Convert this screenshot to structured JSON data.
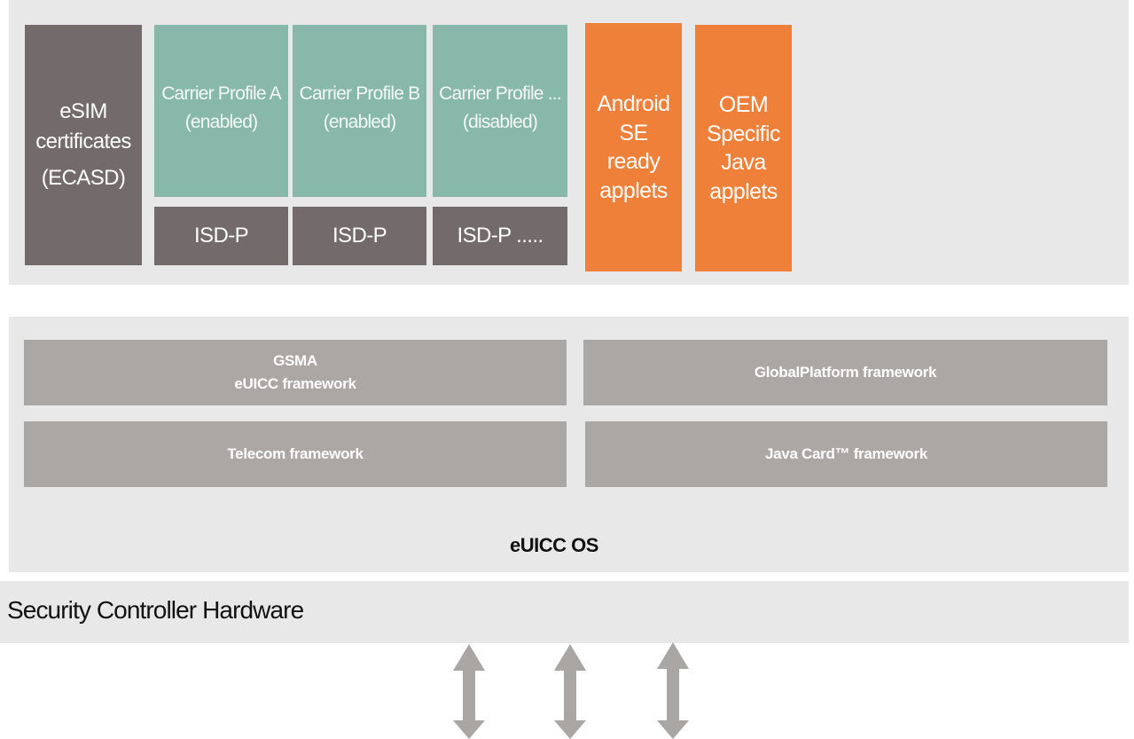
{
  "applets_layer": {
    "ecasd": {
      "lines": [
        "eSIM",
        "certificates",
        "(ECASD)"
      ]
    },
    "profiles": [
      {
        "title": "Carrier Profile A",
        "state": "(enabled)",
        "isd": "ISD-P"
      },
      {
        "title": "Carrier Profile B",
        "state": "(enabled)",
        "isd": "ISD-P"
      },
      {
        "title": "Carrier Profile ...",
        "state": "(disabled)",
        "isd": "ISD-P ....."
      }
    ],
    "android_se": {
      "lines": [
        "Android SE",
        "ready",
        "applets"
      ]
    },
    "oem": {
      "lines": [
        "OEM",
        "Specific",
        "Java",
        "applets"
      ]
    }
  },
  "os_layer": {
    "gsma": {
      "line1": "GSMA",
      "line2": "eUICC framework"
    },
    "globalplatform": "GlobalPlatform framework",
    "telecom": "Telecom framework",
    "javacard": "Java Card™ framework",
    "title": "eUICC OS"
  },
  "hardware": {
    "title": "Security Controller Hardware"
  },
  "colors": {
    "panel": "#e9e8e8",
    "brown": "#736b6b",
    "teal": "#88b8a9",
    "orange": "#ef8039",
    "framework_grey": "#aba7a5",
    "arrow": "#aaa6a4"
  },
  "icons": [
    "double-arrow-icon",
    "double-arrow-icon",
    "double-arrow-icon"
  ]
}
